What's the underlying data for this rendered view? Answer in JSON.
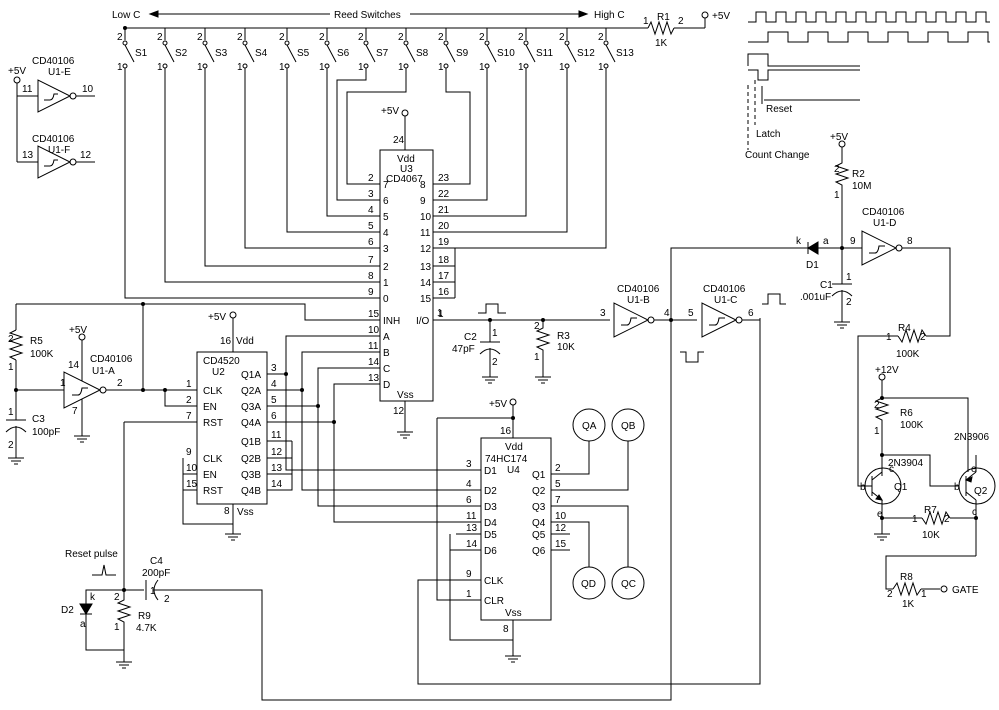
{
  "banner": {
    "low": "Low C",
    "title": "Reed Switches",
    "high": "High C",
    "vcc": "+5V"
  },
  "r1": {
    "name": "R1",
    "value": "1K",
    "p1": "1",
    "p2": "2"
  },
  "switches": [
    "S1",
    "S2",
    "S3",
    "S4",
    "S5",
    "S6",
    "S7",
    "S8",
    "S9",
    "S10",
    "S11",
    "S12",
    "S13"
  ],
  "sw_pin_top": "2",
  "sw_pin_bot": "1",
  "u1e": {
    "part": "CD40106",
    "name": "U1-E",
    "pin_in": "11",
    "pin_out": "10",
    "vcc": "+5V"
  },
  "u1f": {
    "part": "CD40106",
    "name": "U1-F",
    "pin_in": "13",
    "pin_out": "12"
  },
  "u3": {
    "vcc": "+5V",
    "vdd_pin": "24",
    "vdd": "Vdd",
    "name": "U3",
    "part": "CD4067",
    "vss": "Vss",
    "vss_pin": "12",
    "left_pins": [
      [
        "2",
        "7"
      ],
      [
        "3",
        "6"
      ],
      [
        "4",
        "5"
      ],
      [
        "5",
        "4"
      ],
      [
        "6",
        "3"
      ],
      [
        "7",
        "2"
      ],
      [
        "8",
        "1"
      ],
      [
        "9",
        "0"
      ],
      [
        "15",
        "INH"
      ],
      [
        "10",
        "A"
      ],
      [
        "11",
        "B"
      ],
      [
        "14",
        "C"
      ],
      [
        "13",
        "D"
      ]
    ],
    "right_pins": [
      [
        "23",
        "8"
      ],
      [
        "22",
        "9"
      ],
      [
        "21",
        "10"
      ],
      [
        "20",
        "11"
      ],
      [
        "19",
        "12"
      ],
      [
        "18",
        "13"
      ],
      [
        "17",
        "14"
      ],
      [
        "16",
        "15"
      ],
      [
        "1",
        "I/O"
      ]
    ]
  },
  "u2": {
    "vcc": "+5V",
    "vdd_pin": "16",
    "vdd": "Vdd",
    "part": "CD4520",
    "name": "U2",
    "vss": "Vss",
    "vss_pin": "8",
    "left_a": [
      [
        "1",
        "CLK"
      ],
      [
        "2",
        "EN"
      ],
      [
        "7",
        "RST"
      ]
    ],
    "left_b": [
      [
        "9",
        "CLK"
      ],
      [
        "10",
        "EN"
      ],
      [
        "15",
        "RST"
      ]
    ],
    "right": [
      [
        "3",
        "Q1A"
      ],
      [
        "4",
        "Q2A"
      ],
      [
        "5",
        "Q3A"
      ],
      [
        "6",
        "Q4A"
      ],
      [
        "11",
        "Q1B"
      ],
      [
        "12",
        "Q2B"
      ],
      [
        "13",
        "Q3B"
      ],
      [
        "14",
        "Q4B"
      ]
    ]
  },
  "u4": {
    "vcc": "+5V",
    "vdd_pin": "16",
    "vdd": "Vdd",
    "part": "74HC174",
    "name": "U4",
    "vss": "Vss",
    "vss_pin": "8",
    "left": [
      [
        "3",
        "D1"
      ],
      [
        "4",
        "D2"
      ],
      [
        "6",
        "D3"
      ],
      [
        "11",
        "D4"
      ],
      [
        "13",
        "D5"
      ],
      [
        "14",
        "D6"
      ],
      [
        "9",
        "CLK"
      ],
      [
        "1",
        "CLR"
      ]
    ],
    "right": [
      [
        "2",
        "Q1"
      ],
      [
        "5",
        "Q2"
      ],
      [
        "7",
        "Q3"
      ],
      [
        "10",
        "Q4"
      ],
      [
        "12",
        "Q5"
      ],
      [
        "15",
        "Q6"
      ]
    ]
  },
  "outputs": [
    "QA",
    "QB",
    "QD",
    "QC"
  ],
  "u1a": {
    "part": "CD40106",
    "name": "U1-A",
    "vcc": "+5V",
    "pin_vdd": "14",
    "pin_in": "1",
    "pin_out": "2",
    "pin_gnd": "7"
  },
  "u1b": {
    "part": "CD40106",
    "name": "U1-B",
    "pin_in": "3",
    "pin_out": "4"
  },
  "u1c": {
    "part": "CD40106",
    "name": "U1-C",
    "pin_in": "5",
    "pin_out": "6"
  },
  "u1d": {
    "part": "CD40106",
    "name": "U1-D",
    "pin_in": "9",
    "pin_out": "8"
  },
  "r5": {
    "name": "R5",
    "value": "100K",
    "vcc": "+5V"
  },
  "c3": {
    "name": "C3",
    "value": "100pF"
  },
  "c2": {
    "name": "C2",
    "value": "47pF"
  },
  "r3": {
    "name": "R3",
    "value": "10K"
  },
  "d1": {
    "name": "D1",
    "k": "k",
    "a": "a"
  },
  "r2": {
    "name": "R2",
    "value": "10M",
    "vcc": "+5V"
  },
  "c1": {
    "name": "C1",
    "value": ".001uF"
  },
  "r4": {
    "name": "R4",
    "value": "100K"
  },
  "r6": {
    "name": "R6",
    "value": "100K",
    "vcc": "+12V"
  },
  "q1": {
    "name": "Q1",
    "part": "2N3904"
  },
  "q2": {
    "name": "Q2",
    "part": "2N3906"
  },
  "r7": {
    "name": "R7",
    "value": "10K"
  },
  "r8": {
    "name": "R8",
    "value": "1K"
  },
  "gate": "GATE",
  "reset": {
    "label": "Reset pulse",
    "c4": "C4",
    "c4_value": "200pF",
    "d2": "D2",
    "r9": "R9",
    "r9_value": "4.7K"
  },
  "timing": {
    "reset": "Reset",
    "latch": "Latch",
    "count": "Count Change"
  },
  "pins": {
    "p1": "1",
    "p2": "2",
    "k": "k",
    "a": "a",
    "b": "b",
    "c": "c",
    "e": "e"
  }
}
